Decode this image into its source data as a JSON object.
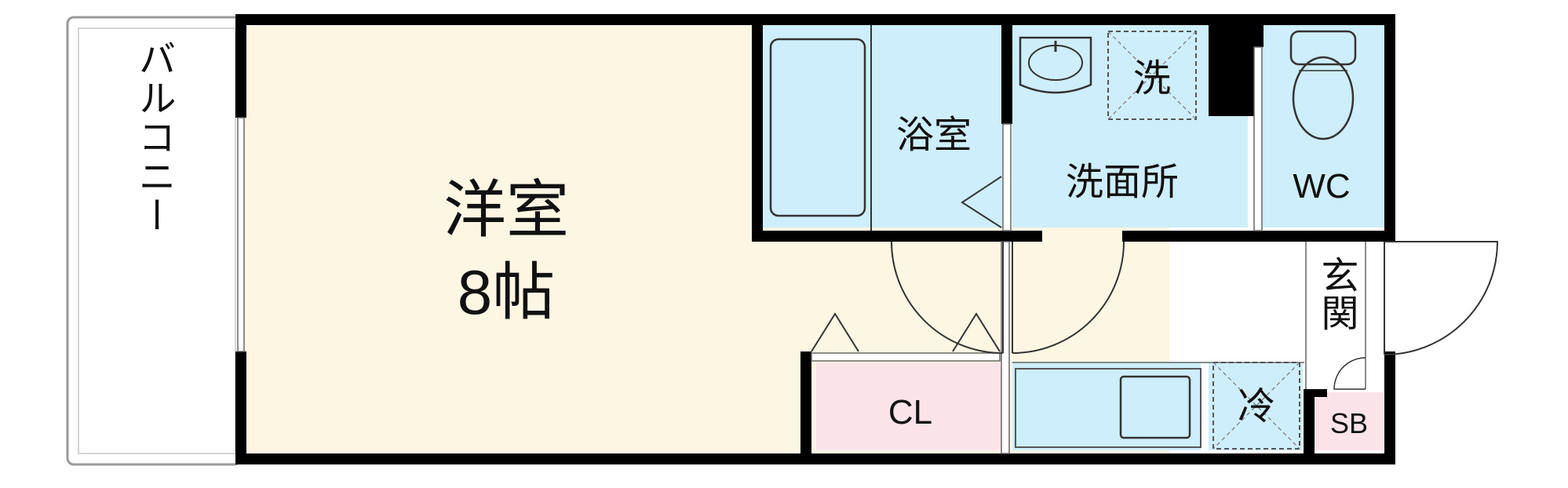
{
  "colors": {
    "yellow_room": "#fdf6e3",
    "blue_room": "#cdeefa",
    "pink_room": "#fbe3ea",
    "wall": "#000000",
    "balcony_fill": "#ffffff",
    "balcony_outline": "#9a9a9a"
  },
  "rooms": {
    "balcony": "バルコニー",
    "western_room": "洋室",
    "western_room_size": "8帖",
    "bathroom": "浴室",
    "washroom": "洗面所",
    "washing_machine": "洗",
    "toilet": "WC",
    "entrance": "玄関",
    "closet": "CL",
    "fridge": "冷",
    "shoe_box": "SB"
  }
}
